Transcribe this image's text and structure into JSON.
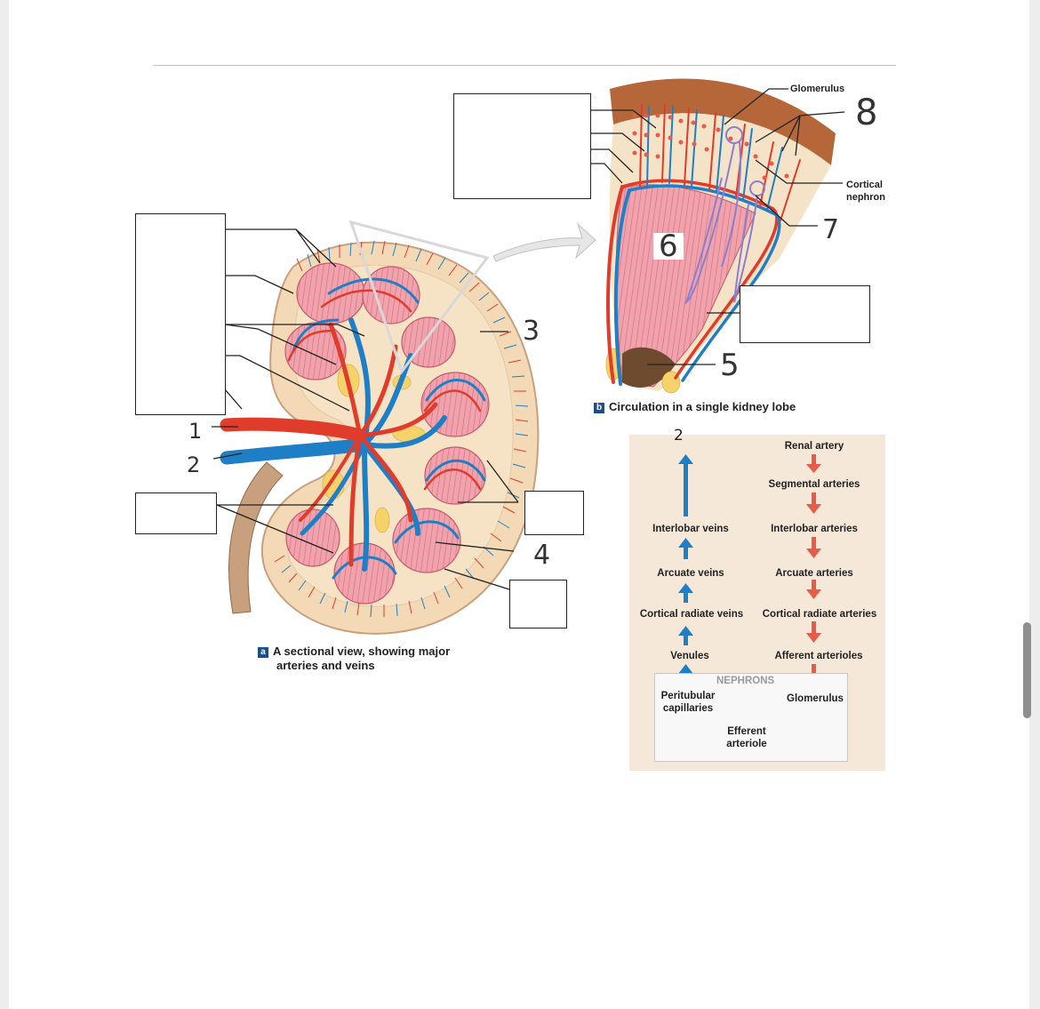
{
  "panel_a": {
    "tag": "a",
    "caption_line1": "A sectional view, showing major",
    "caption_line2": "arteries and veins"
  },
  "panel_b": {
    "tag": "b",
    "caption": "Circulation in a single kidney lobe",
    "label_glomerulus": "Glomerulus",
    "label_cortical_line1": "Cortical",
    "label_cortical_line2": "nephron"
  },
  "handwritten": {
    "n1": "1",
    "n2": "2",
    "n3": "3",
    "n4": "4",
    "n5": "5",
    "n6": "6",
    "n7": "7",
    "n8": "8",
    "flow_top": "2"
  },
  "flowchart": {
    "arteries": [
      "Renal artery",
      "Segmental arteries",
      "Interlobar arteries",
      "Arcuate arteries",
      "Cortical radiate arteries",
      "Afferent arterioles",
      "Glomerulus"
    ],
    "veins": [
      "Interlobar veins",
      "Arcuate veins",
      "Cortical radiate veins",
      "Venules"
    ],
    "peritubular_line1": "Peritubular",
    "peritubular_line2": "capillaries",
    "efferent_line1": "Efferent",
    "efferent_line2": "arteriole",
    "nephrons": "NEPHRONS"
  },
  "colors": {
    "artery": "#e03c2c",
    "vein": "#1f7fc6",
    "capillary": "#6a5bb5",
    "pyramid": "#f2a9b6",
    "cortex": "#f3d9b6",
    "flow_bg": "#f6e8d8"
  }
}
